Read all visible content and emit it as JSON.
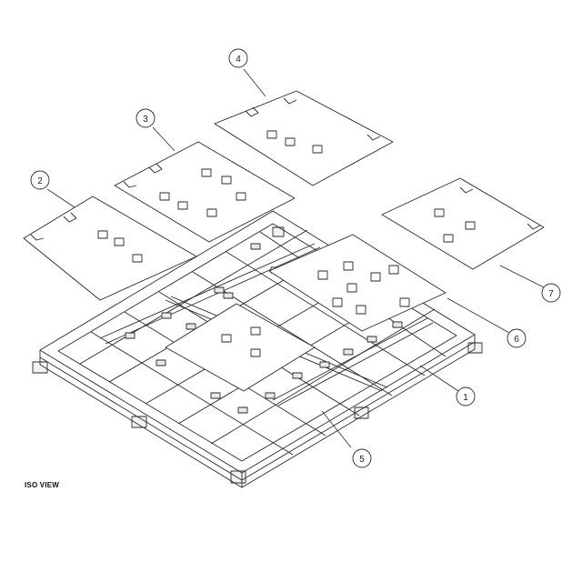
{
  "view_label": "ISO VIEW",
  "callouts": [
    {
      "id": "frame",
      "label": "1"
    },
    {
      "id": "plate-2",
      "label": "2"
    },
    {
      "id": "plate-3",
      "label": "3"
    },
    {
      "id": "plate-4",
      "label": "4"
    },
    {
      "id": "center-plate",
      "label": "5"
    },
    {
      "id": "plate-6",
      "label": "6"
    },
    {
      "id": "plate-7",
      "label": "7"
    }
  ],
  "colors": {
    "line": "#2a2a2a",
    "paper": "#ffffff",
    "shade": "#dcdcdc"
  }
}
